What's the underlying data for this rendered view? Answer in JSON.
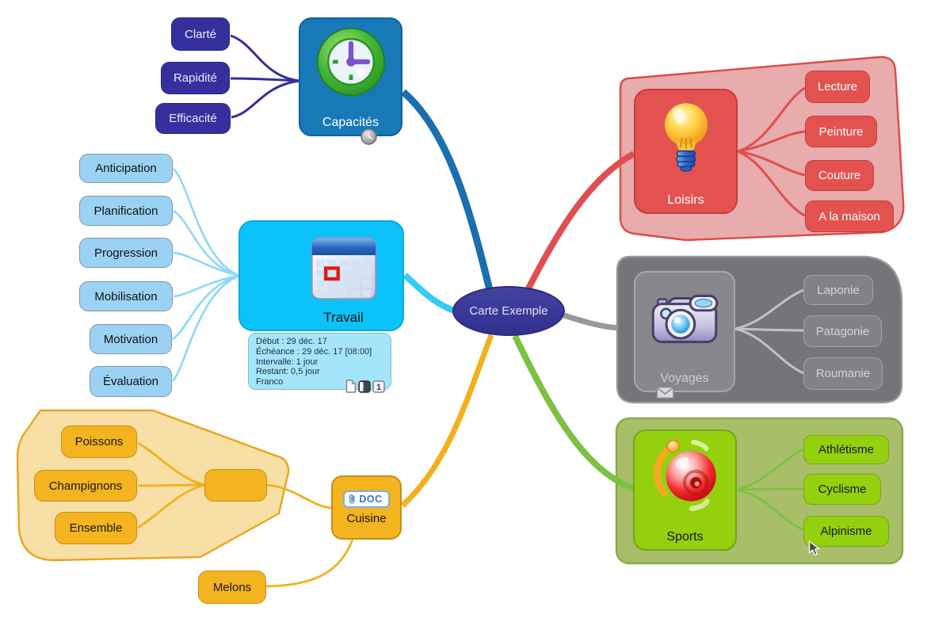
{
  "root": {
    "label": "Carte Exemple"
  },
  "capacites": {
    "label": "Capacités",
    "children": [
      "Clarté",
      "Rapidité",
      "Efficacité"
    ]
  },
  "travail": {
    "label": "Travail",
    "children": [
      "Anticipation",
      "Planification",
      "Progression",
      "Mobilisation",
      "Motivation",
      "Évaluation"
    ],
    "note": {
      "lines": [
        "Début : 29 déc. 17",
        "Échéance : 29 déc. 17 [08:00]",
        "Intervalle: 1 jour",
        "Restant: 0,5 jour",
        "Franco"
      ],
      "priority": "1"
    }
  },
  "cuisine": {
    "label": "Cuisine",
    "badge": "DOC",
    "children": [
      "Poissons",
      "Champignons",
      "Ensemble"
    ],
    "empty_label": "",
    "melons": "Melons"
  },
  "loisirs": {
    "label": "Loisirs",
    "children": [
      "Lecture",
      "Peinture",
      "Couture",
      "A la maison"
    ]
  },
  "voyages": {
    "label": "Voyages",
    "children": [
      "Laponie",
      "Patagonie",
      "Roumanie"
    ]
  },
  "sports": {
    "label": "Sports",
    "children": [
      "Athlétisme",
      "Cyclisme",
      "Alpinisme"
    ]
  },
  "icons": {
    "capacites": "clock-icon",
    "capacites_attribute": "small-gray-clock-icon",
    "travail": "calendar-icon",
    "travail_note": [
      "page-icon",
      "progress-icon",
      "priority-1-icon"
    ],
    "cuisine": "paperclip-doc-icon",
    "loisirs": "lightbulb-icon",
    "voyages": "camera-icon",
    "voyages_attribute": "envelope-icon",
    "sports": "red-ball-icon",
    "pointer": "mouse-cursor"
  },
  "colors": {
    "root_fill": "#3a3a9c",
    "indigo_node": "#34319f",
    "capacites_fill": "#1879b8",
    "edge_steel_blue": "#1a6fae",
    "edge_indigo": "#332f9e",
    "travail_fill": "#0bc3f8",
    "travail_child_fill": "#9bd2f3",
    "edge_cyan": "#38cbf8",
    "note_fill": "#a5e5fb",
    "loisirs_fill": "#e45250",
    "loisirs_cloud": "#e7acab",
    "edge_red": "#e04f4e",
    "voyages_fill": "#87878d",
    "voyages_cloud": "#747479",
    "edge_gray": "#98989b",
    "sports_fill": "#94d00e",
    "sports_cloud": "#a9be68",
    "edge_green": "#7cc142",
    "cuisine_fill": "#f4b41f",
    "cuisine_cloud": "#f7dfa6",
    "edge_orange": "#f3b01b"
  }
}
